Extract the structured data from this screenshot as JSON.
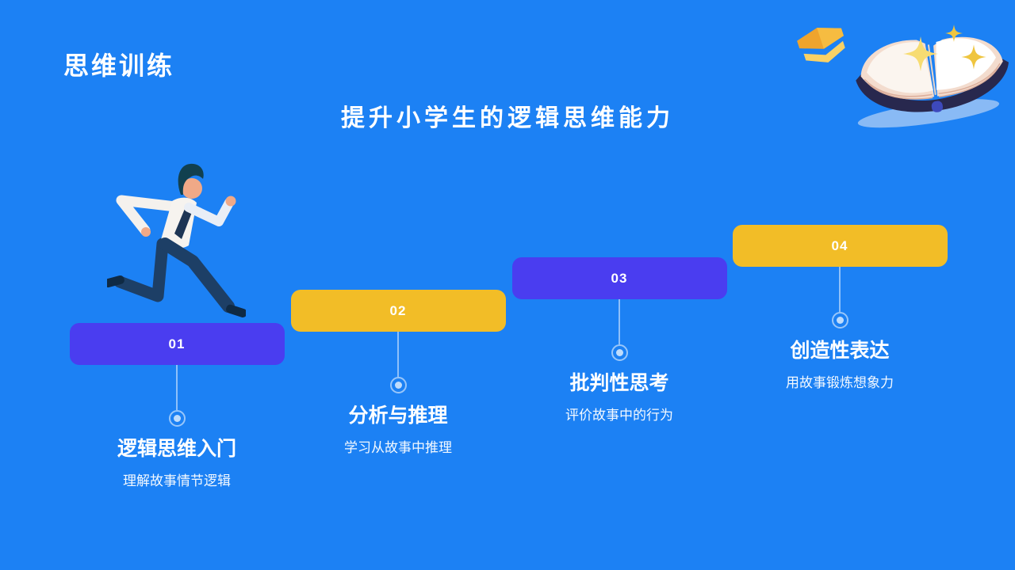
{
  "slide": {
    "title": "思维训练",
    "subtitle": "提升小学生的逻辑思维能力"
  },
  "steps": [
    {
      "number": "01",
      "title": "逻辑思维入门",
      "desc": "理解故事情节逻辑",
      "color": "#4A3DF0"
    },
    {
      "number": "02",
      "title": "分析与推理",
      "desc": "学习从故事中推理",
      "color": "#F2BD27"
    },
    {
      "number": "03",
      "title": "批判性思考",
      "desc": "评价故事中的行为",
      "color": "#4A3DF0"
    },
    {
      "number": "04",
      "title": "创造性表达",
      "desc": "用故事锻炼想象力",
      "color": "#F2BD27"
    }
  ],
  "colors": {
    "background": "#1C81F4",
    "step_purple": "#4A3DF0",
    "step_yellow": "#F2BD27",
    "text_white": "#FFFFFF"
  },
  "illustrations": {
    "runner": "running-businessman",
    "open_book": "open-book-with-sparkles",
    "closed_book": "small-orange-book",
    "sparkles": "four-point-stars"
  }
}
